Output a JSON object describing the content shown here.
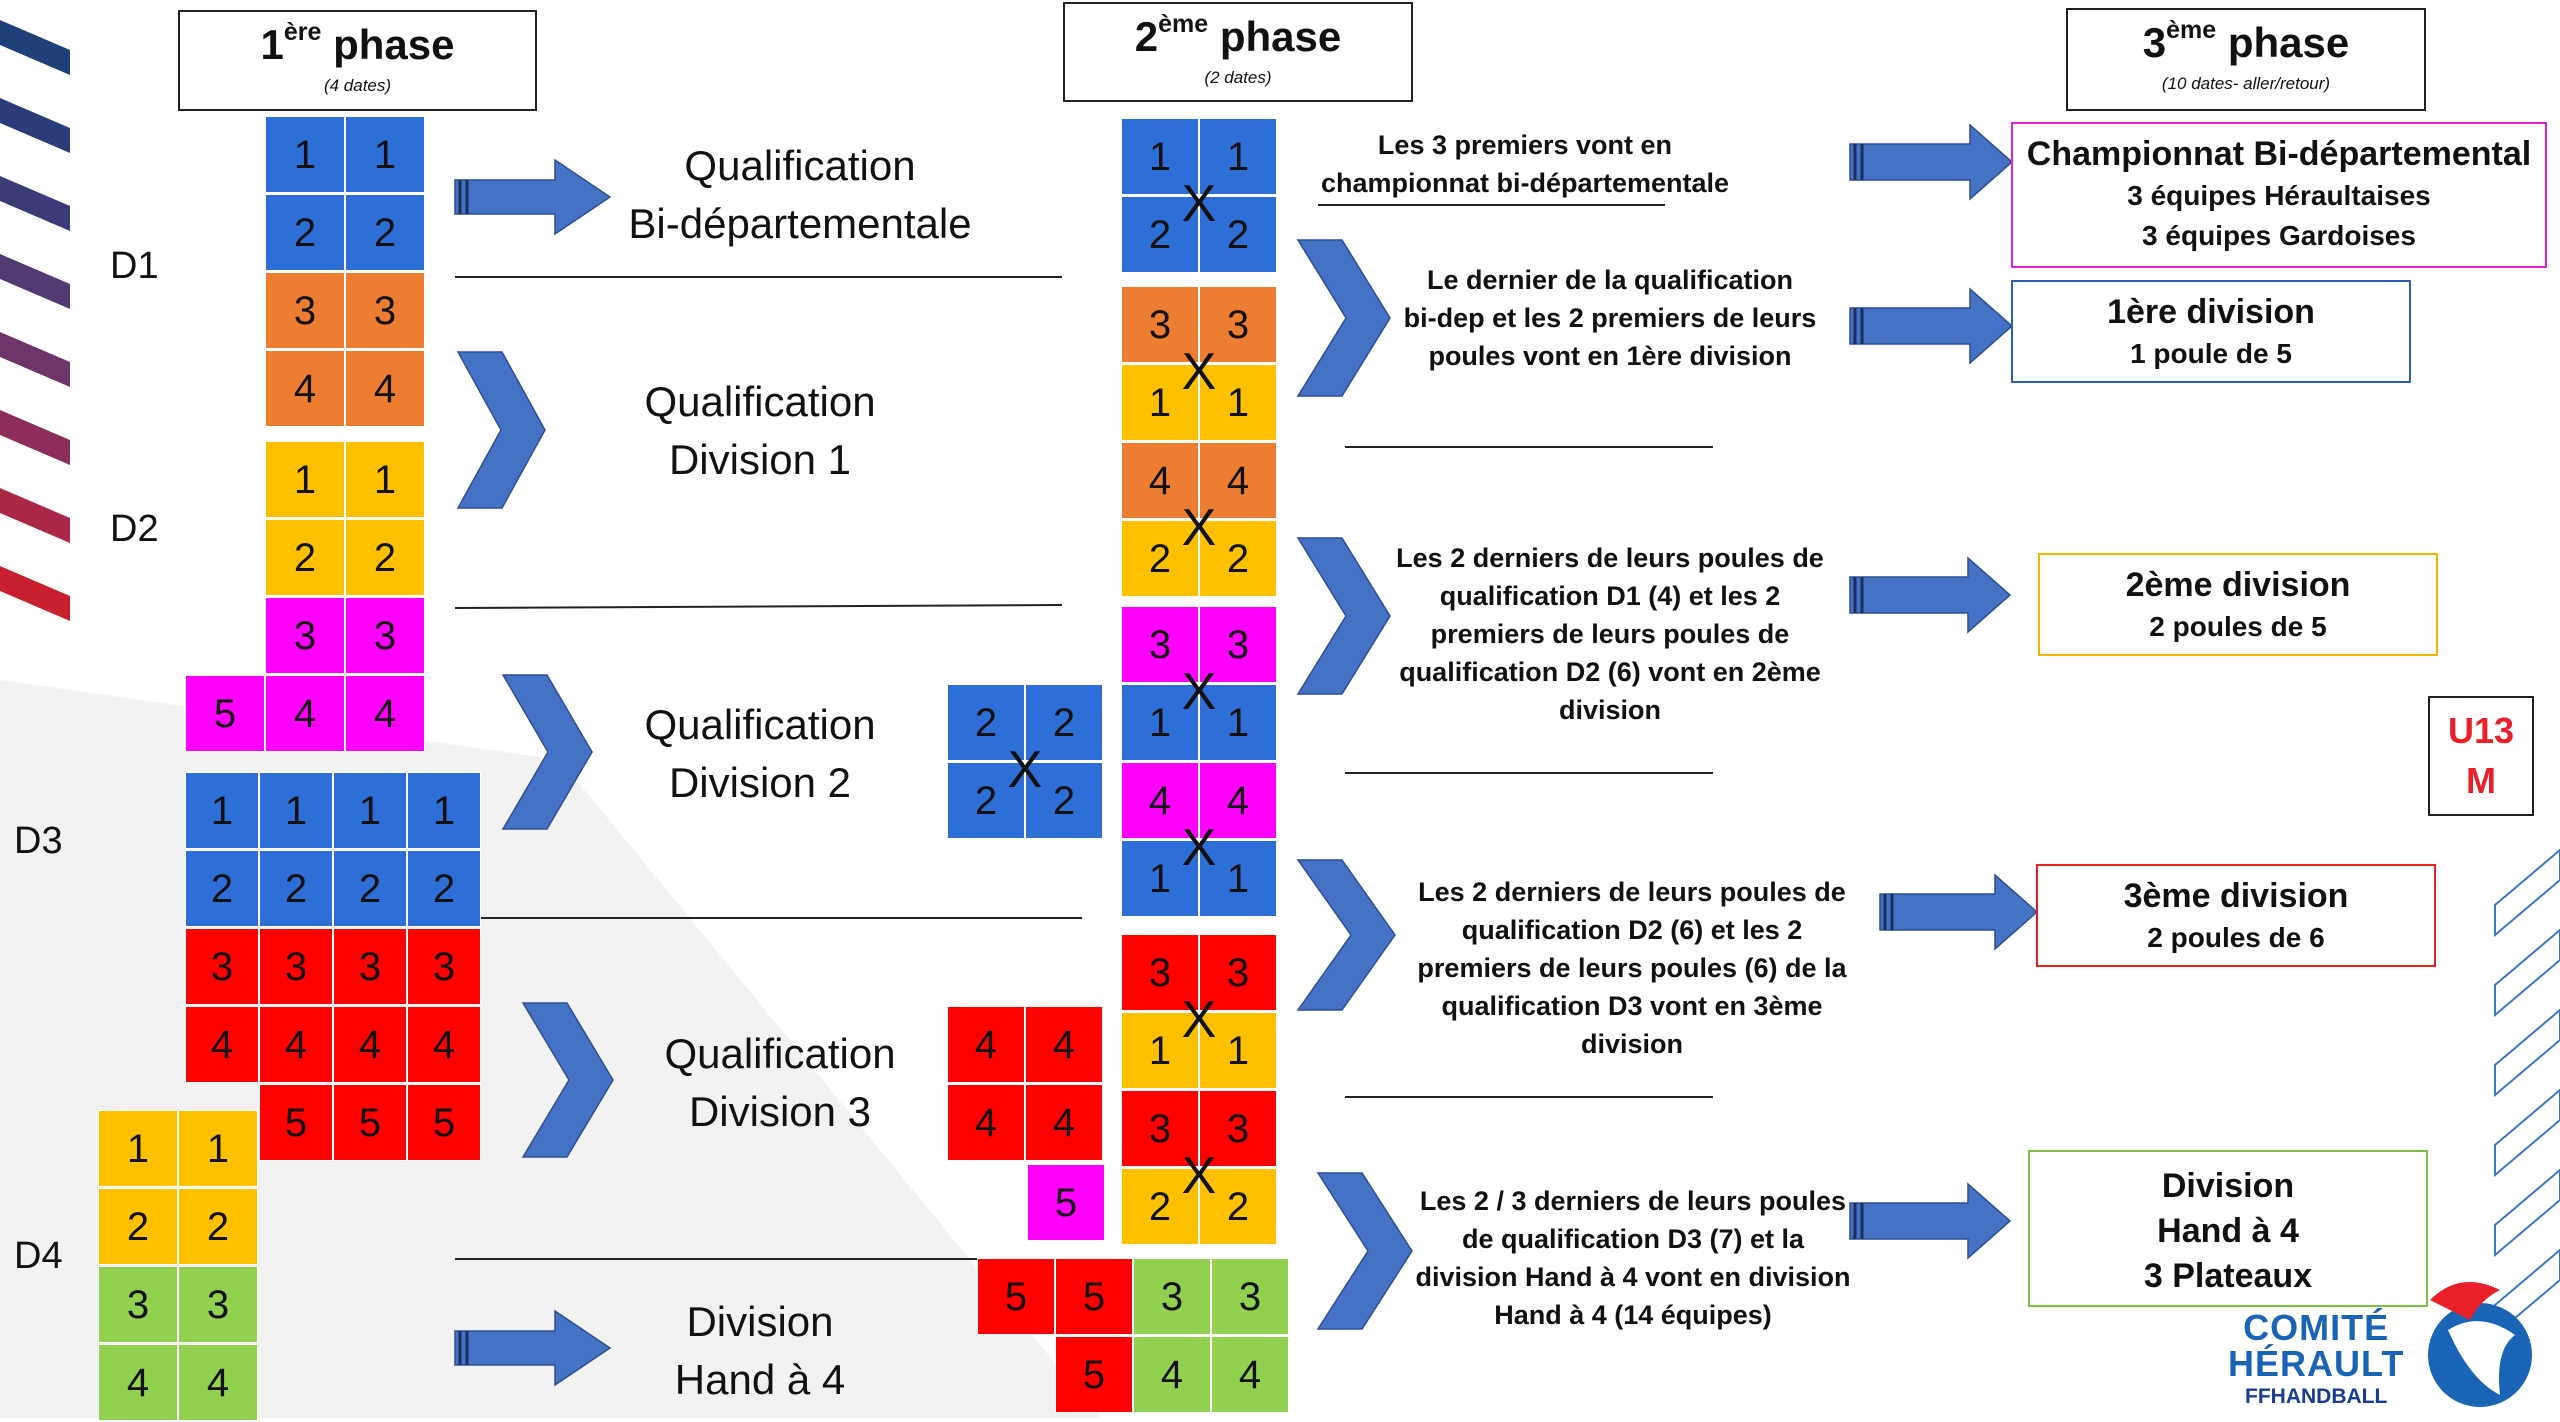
{
  "phases": [
    {
      "title": "1",
      "sup": "ère",
      "word": " phase",
      "subtitle": "(4 dates)"
    },
    {
      "title": "2",
      "sup": "ème",
      "word": " phase",
      "subtitle": "(2 dates)"
    },
    {
      "title": "3",
      "sup": "ème",
      "word": " phase",
      "subtitle": "(10 dates- aller/retour)"
    }
  ],
  "divisions": [
    "D1",
    "D2",
    "D3",
    "D4"
  ],
  "qualifications": [
    {
      "line1": "Qualification",
      "line2": "Bi-départementale"
    },
    {
      "line1": "Qualification",
      "line2": "Division 1"
    },
    {
      "line1": "Qualification",
      "line2": "Division 2"
    },
    {
      "line1": "Qualification",
      "line2": "Division 3"
    },
    {
      "line1": "Division",
      "line2": "Hand à 4"
    }
  ],
  "descriptions": [
    "Les 3 premiers vont en\nchampionnat bi-départementale",
    "Le dernier de la qualification\nbi-dep et les 2 premiers de leurs\npoules vont en 1ère division",
    "Les 2 derniers de leurs poules de\nqualification D1 (4) et les 2\npremiers de leurs poules de\nqualification D2 (6) vont en 2ème\ndivision",
    "Les 2 derniers de leurs poules de\nqualification D2 (6) et les 2\npremiers de leurs poules (6) de la\nqualification D3 vont en 3ème\ndivision",
    "Les 2 / 3 derniers de leurs poules\nde qualification D3 (7) et la\ndivision Hand à 4 vont en division\nHand à 4 (14 équipes)"
  ],
  "results": [
    {
      "title": "Championnat Bi-départemental",
      "lines": [
        "3 équipes Héraultaises",
        "3 équipes Gardoises"
      ],
      "color": "#e020e0"
    },
    {
      "title": "1ère division",
      "lines": [
        "1 poule de 5"
      ],
      "color": "#2a5db8"
    },
    {
      "title": "2ème division",
      "lines": [
        "2 poules de 5"
      ],
      "color": "#f5b400"
    },
    {
      "title": "3ème division",
      "lines": [
        "2 poules de 6"
      ],
      "color": "#e82020"
    },
    {
      "title": "Division",
      "lines": [
        "Hand à 4",
        "3 Plateaux"
      ],
      "color": "#7ac143"
    }
  ],
  "badge": {
    "line1": "U13",
    "line2": "M"
  },
  "logo": {
    "line1": "COMITÉ",
    "line2": "HÉRAULT",
    "line3": "FFHANDBALL"
  },
  "colors": {
    "blue": "#2d6fd6",
    "orange": "#ed7d31",
    "yellow": "#ffc000",
    "magenta": "#ff00ff",
    "red": "#ff0000",
    "green": "#92d050",
    "arrow": "#4472c4"
  },
  "grid_phase1": [
    [
      "1",
      "1"
    ],
    [
      "2",
      "2"
    ],
    [
      "3",
      "3"
    ],
    [
      "4",
      "4"
    ],
    [
      "1",
      "1"
    ],
    [
      "2",
      "2"
    ],
    [
      "3",
      "3"
    ],
    [
      "5",
      "4",
      "4"
    ],
    [
      "1",
      "1",
      "1",
      "1"
    ],
    [
      "2",
      "2",
      "2",
      "2"
    ],
    [
      "3",
      "3",
      "3",
      "3"
    ],
    [
      "4",
      "4",
      "4",
      "4"
    ],
    [
      "5",
      "5",
      "5"
    ],
    [
      "1",
      "1"
    ],
    [
      "2",
      "2"
    ],
    [
      "3",
      "3"
    ],
    [
      "4",
      "4"
    ]
  ],
  "grid_phase2": [
    [
      "1",
      "1"
    ],
    [
      "2",
      "2"
    ],
    [
      "3",
      "3"
    ],
    [
      "1",
      "1"
    ],
    [
      "4",
      "4"
    ],
    [
      "2",
      "2"
    ],
    [
      "3",
      "3"
    ],
    [
      "1",
      "1"
    ],
    [
      "4",
      "4"
    ],
    [
      "1",
      "1"
    ],
    [
      "3",
      "3"
    ],
    [
      "1",
      "1"
    ],
    [
      "3",
      "3"
    ],
    [
      "2",
      "2"
    ],
    [
      "2",
      "2"
    ],
    [
      "2",
      "2"
    ],
    [
      "4",
      "4"
    ],
    [
      "4",
      "4"
    ],
    [
      "5"
    ],
    [
      "5",
      "5",
      "3",
      "3"
    ],
    [
      "5",
      "4",
      "4"
    ]
  ],
  "match_marker": "X"
}
